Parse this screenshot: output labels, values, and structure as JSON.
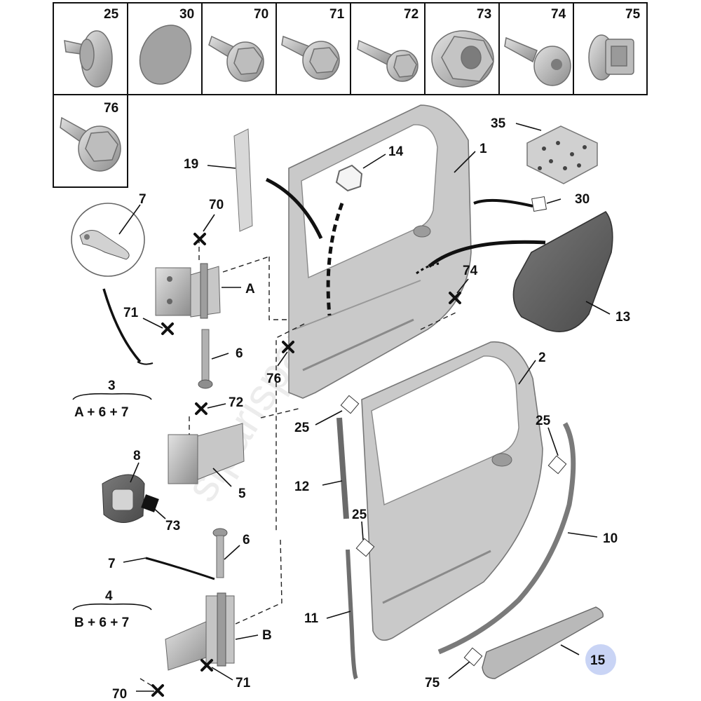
{
  "watermark": "siparisparca.com",
  "fastener_cells": [
    {
      "label": "25",
      "icon": "clip-icon"
    },
    {
      "label": "30",
      "icon": "adhesive-pad-icon"
    },
    {
      "label": "70",
      "icon": "flange-bolt-icon"
    },
    {
      "label": "71",
      "icon": "flange-bolt-icon"
    },
    {
      "label": "72",
      "icon": "flange-bolt-icon"
    },
    {
      "label": "73",
      "icon": "hex-nut-icon"
    },
    {
      "label": "74",
      "icon": "torx-screw-icon"
    },
    {
      "label": "75",
      "icon": "retainer-clip-icon"
    },
    {
      "label": "76",
      "icon": "flange-bolt-icon"
    }
  ],
  "callouts": {
    "c1": "1",
    "c2": "2",
    "c35": "35",
    "c14": "14",
    "c19": "19",
    "c30": "30",
    "c7a": "7",
    "c70a": "70",
    "cA": "A",
    "c74": "74",
    "c13": "13",
    "c71a": "71",
    "c6a": "6",
    "c76": "76",
    "c72": "72",
    "c25a": "25",
    "c25b": "25",
    "c8": "8",
    "c5": "5",
    "c12": "12",
    "c73": "73",
    "c25c": "25",
    "c6b": "6",
    "c7b": "7",
    "c10": "10",
    "c11": "11",
    "cB": "B",
    "c71b": "71",
    "c75": "75",
    "c70b": "70",
    "c15": "15"
  },
  "kits": {
    "kit3": {
      "number": "3",
      "formula": "A + 6 + 7"
    },
    "kit4": {
      "number": "4",
      "formula": "B + 6 + 7"
    }
  },
  "highlight_color": "#c9d4f5"
}
